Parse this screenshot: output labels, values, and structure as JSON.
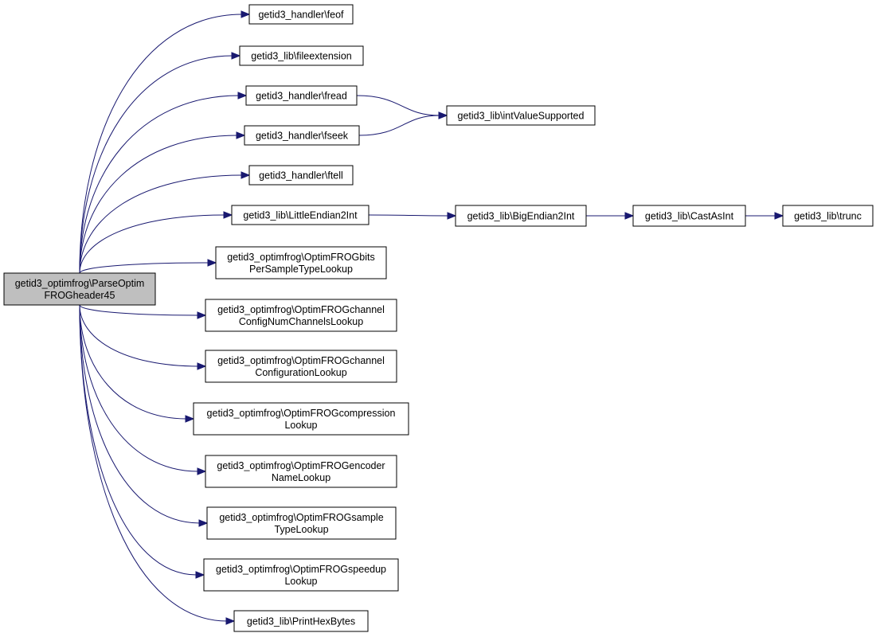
{
  "diagram": {
    "type": "call-graph",
    "nodes": [
      {
        "id": "root",
        "lines": [
          "getid3_optimfrog\\ParseOptim",
          "FROGheader45"
        ],
        "highlight": true
      },
      {
        "id": "feof",
        "lines": [
          "getid3_handler\\feof"
        ]
      },
      {
        "id": "fileextension",
        "lines": [
          "getid3_lib\\fileextension"
        ]
      },
      {
        "id": "fread",
        "lines": [
          "getid3_handler\\fread"
        ]
      },
      {
        "id": "fseek",
        "lines": [
          "getid3_handler\\fseek"
        ]
      },
      {
        "id": "ftell",
        "lines": [
          "getid3_handler\\ftell"
        ]
      },
      {
        "id": "le2int",
        "lines": [
          "getid3_lib\\LittleEndian2Int"
        ]
      },
      {
        "id": "bitsps",
        "lines": [
          "getid3_optimfrog\\OptimFROGbits",
          "PerSampleTypeLookup"
        ]
      },
      {
        "id": "chnum",
        "lines": [
          "getid3_optimfrog\\OptimFROGchannel",
          "ConfigNumChannelsLookup"
        ]
      },
      {
        "id": "chconf",
        "lines": [
          "getid3_optimfrog\\OptimFROGchannel",
          "ConfigurationLookup"
        ]
      },
      {
        "id": "compr",
        "lines": [
          "getid3_optimfrog\\OptimFROGcompression",
          "Lookup"
        ]
      },
      {
        "id": "encname",
        "lines": [
          "getid3_optimfrog\\OptimFROGencoder",
          "NameLookup"
        ]
      },
      {
        "id": "samptype",
        "lines": [
          "getid3_optimfrog\\OptimFROGsample",
          "TypeLookup"
        ]
      },
      {
        "id": "speedup",
        "lines": [
          "getid3_optimfrog\\OptimFROGspeedup",
          "Lookup"
        ]
      },
      {
        "id": "hexbytes",
        "lines": [
          "getid3_lib\\PrintHexBytes"
        ]
      },
      {
        "id": "intvalue",
        "lines": [
          "getid3_lib\\intValueSupported"
        ]
      },
      {
        "id": "be2int",
        "lines": [
          "getid3_lib\\BigEndian2Int"
        ]
      },
      {
        "id": "castasint",
        "lines": [
          "getid3_lib\\CastAsInt"
        ]
      },
      {
        "id": "trunc",
        "lines": [
          "getid3_lib\\trunc"
        ]
      }
    ],
    "edges": [
      {
        "from": "root",
        "to": "feof"
      },
      {
        "from": "root",
        "to": "fileextension"
      },
      {
        "from": "root",
        "to": "fread"
      },
      {
        "from": "root",
        "to": "fseek"
      },
      {
        "from": "root",
        "to": "ftell"
      },
      {
        "from": "root",
        "to": "le2int"
      },
      {
        "from": "root",
        "to": "bitsps"
      },
      {
        "from": "root",
        "to": "chnum"
      },
      {
        "from": "root",
        "to": "chconf"
      },
      {
        "from": "root",
        "to": "compr"
      },
      {
        "from": "root",
        "to": "encname"
      },
      {
        "from": "root",
        "to": "samptype"
      },
      {
        "from": "root",
        "to": "speedup"
      },
      {
        "from": "root",
        "to": "hexbytes"
      },
      {
        "from": "fread",
        "to": "intvalue"
      },
      {
        "from": "fseek",
        "to": "intvalue"
      },
      {
        "from": "le2int",
        "to": "be2int"
      },
      {
        "from": "be2int",
        "to": "castasint"
      },
      {
        "from": "castasint",
        "to": "trunc"
      }
    ]
  },
  "colors": {
    "edge": "#191970",
    "root_fill": "#bfbfbf",
    "node_fill": "#ffffff",
    "node_border": "#000000"
  }
}
